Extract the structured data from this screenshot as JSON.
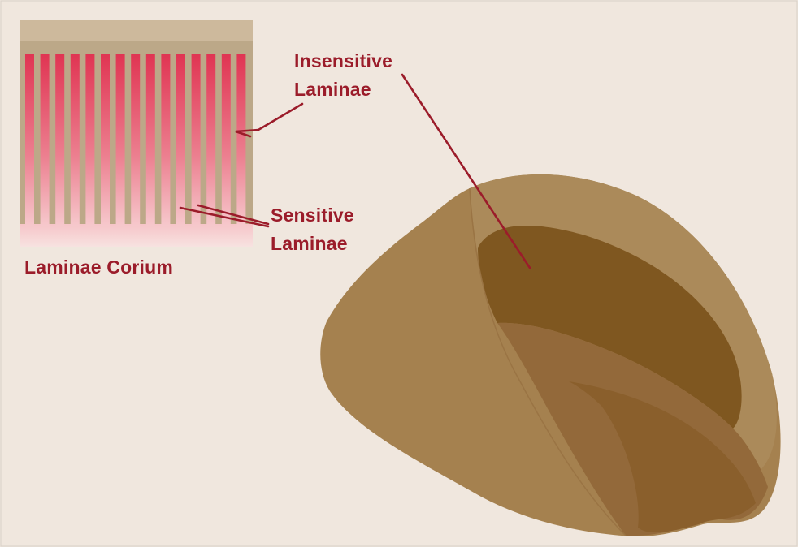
{
  "labels": {
    "insensitive_line1": "Insensitive",
    "insensitive_line2": "Laminae",
    "sensitive_line1": "Sensitive",
    "sensitive_line2": "Laminae",
    "corium": "Laminae Corium"
  },
  "colors": {
    "background": "#f0e7de",
    "label": "#9b1c2a",
    "laminae_red": "#e03c58",
    "tan": "#bca888",
    "hoof_light": "#a5814f",
    "hoof_dark": "#7f5720"
  },
  "laminae_count": 15
}
